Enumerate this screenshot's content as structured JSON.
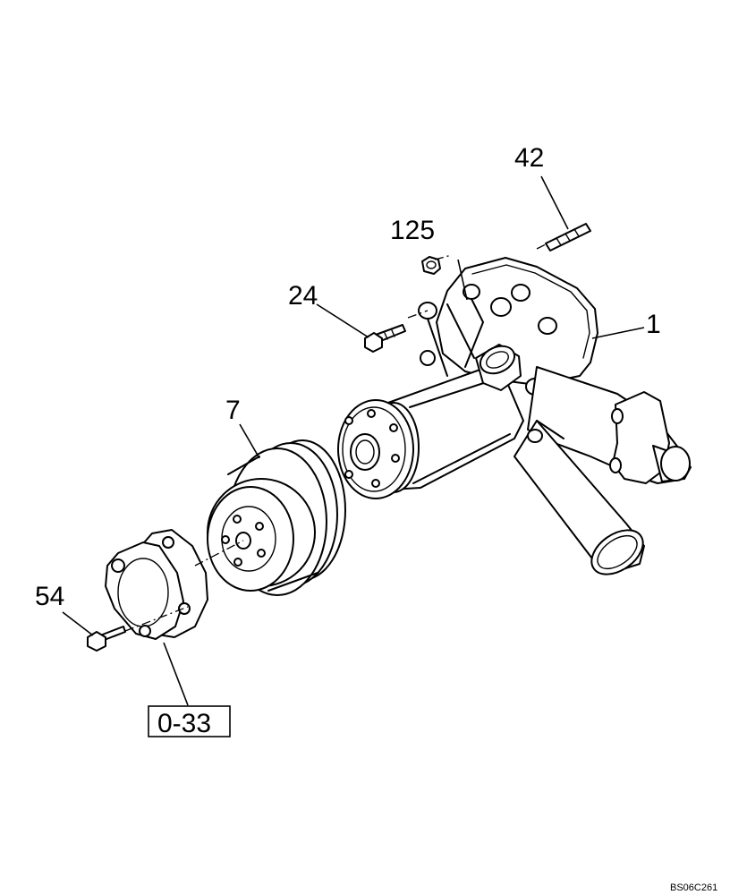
{
  "callouts": [
    {
      "id": "42",
      "text": "42"
    },
    {
      "id": "125",
      "text": "125"
    },
    {
      "id": "24",
      "text": "24"
    },
    {
      "id": "1",
      "text": "1"
    },
    {
      "id": "7",
      "text": "7"
    },
    {
      "id": "54",
      "text": "54"
    }
  ],
  "reference_box": {
    "text": "0-33"
  },
  "drawing_code": "BS06C261"
}
